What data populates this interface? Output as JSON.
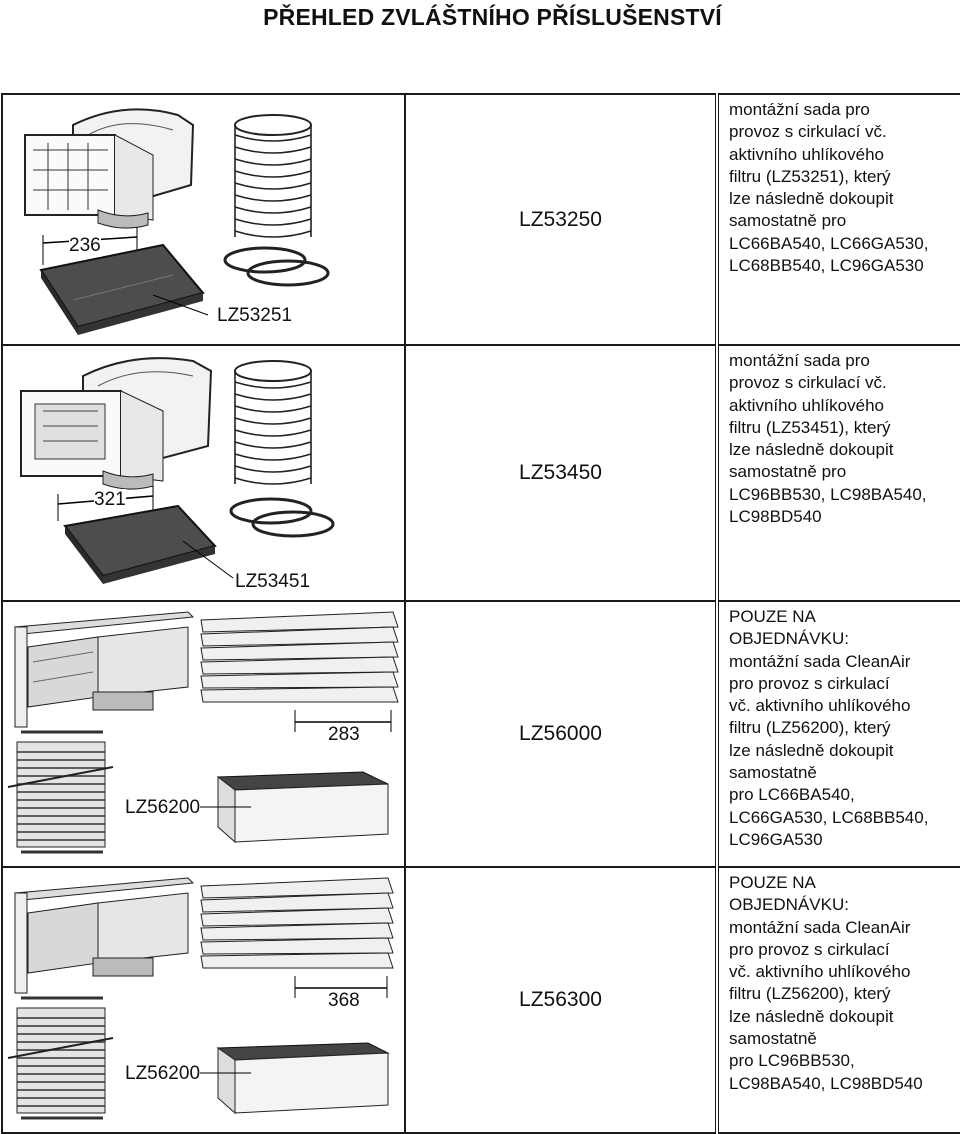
{
  "page_title": "PŘEHLED ZVLÁŠTNÍHO PŘÍSLUŠENSTVÍ",
  "rows": [
    {
      "code": "LZ53250",
      "dim": "236",
      "filter_code": "LZ53251",
      "desc": [
        "montážní sada pro",
        "provoz s cirkulací vč.",
        "aktivního uhlíkového",
        "filtru (LZ53251), který",
        "lze následně dokoupit",
        "samostatně pro",
        "LC66BA540, LC66GA530,",
        "LC68BB540, LC96GA530"
      ]
    },
    {
      "code": "LZ53450",
      "dim": "321",
      "filter_code": "LZ53451",
      "desc": [
        "montážní sada pro",
        "provoz s cirkulací vč.",
        "aktivního uhlíkového",
        "filtru (LZ53451), který",
        "lze následně dokoupit",
        "samostatně pro",
        "LC96BB530, LC98BA540,",
        "LC98BD540"
      ]
    },
    {
      "code": "LZ56000",
      "dim": "283",
      "filter_code": "LZ56200",
      "desc": [
        "POUZE NA",
        "OBJEDNÁVKU:",
        "montážní sada CleanAir",
        "pro provoz s cirkulací",
        "vč. aktivního uhlíkového",
        "filtru (LZ56200), který",
        "lze následně dokoupit",
        "samostatně",
        "pro LC66BA540,",
        "LC66GA530, LC68BB540,",
        "LC96GA530"
      ]
    },
    {
      "code": "LZ56300",
      "dim": "368",
      "filter_code": "LZ56200",
      "desc": [
        "POUZE NA",
        "OBJEDNÁVKU:",
        "montážní sada CleanAir",
        "pro provoz s cirkulací",
        "vč. aktivního uhlíkového",
        "filtru (LZ56200), který",
        "lze následně dokoupit",
        "samostatně",
        "pro  LC96BB530,",
        "LC98BA540, LC98BD540"
      ]
    }
  ]
}
